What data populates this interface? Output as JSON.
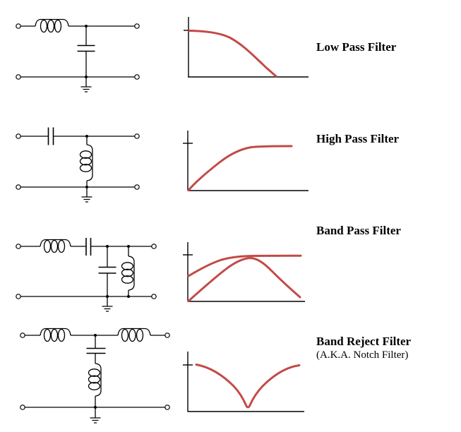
{
  "colors": {
    "curve_red": "#c34a47",
    "line": "#000000",
    "background": "#ffffff"
  },
  "rows": [
    {
      "label": "Low Pass Filter"
    },
    {
      "label": "High Pass Filter"
    },
    {
      "label": "Band Pass Filter"
    },
    {
      "label": "Band Reject Filter",
      "sublabel": "(A.K.A. Notch Filter)"
    }
  ]
}
